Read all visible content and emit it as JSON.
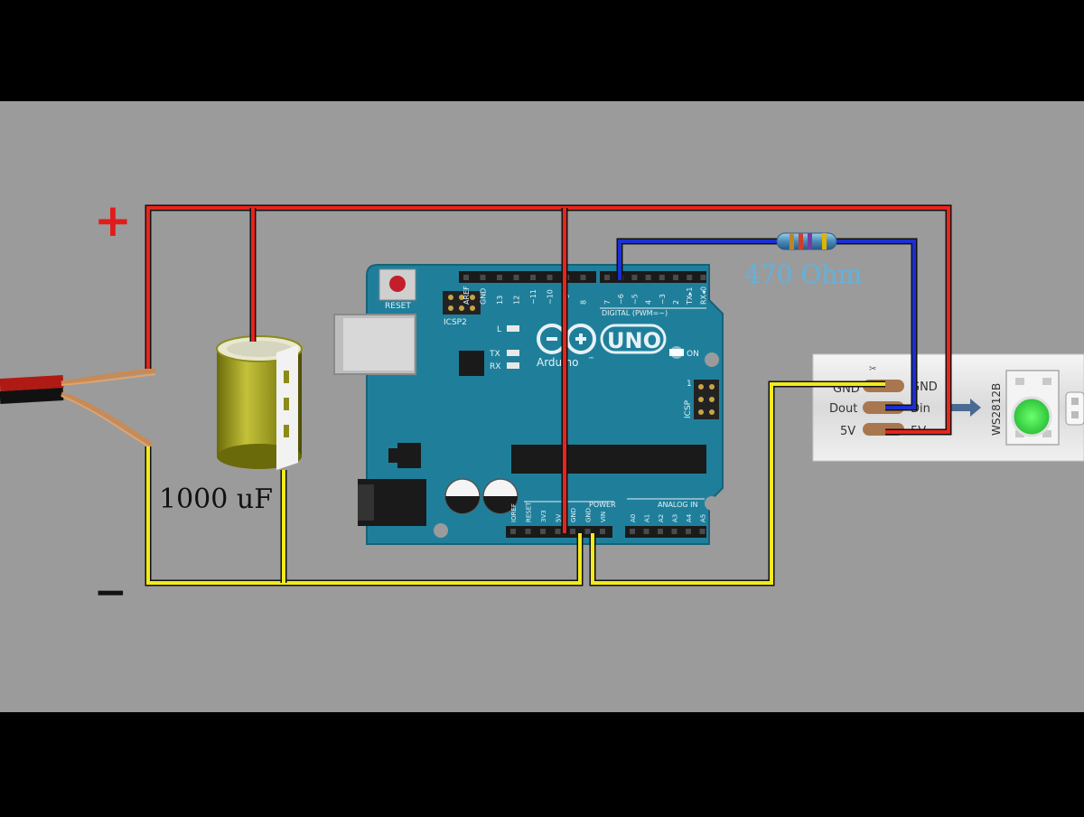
{
  "diagram": {
    "plus_symbol": "+",
    "minus_symbol": "−",
    "capacitor_label": "1000 uF",
    "resistor_label": "470 Ohm",
    "arduino": {
      "logo_text": "Arduino",
      "tm": "™",
      "model": "UNO",
      "reset_label": "RESET",
      "icsp2_label": "ICSP2",
      "icsp_label": "ICSP",
      "icsp_pin": "1",
      "led_l": "L",
      "led_tx": "TX",
      "led_rx": "RX",
      "on_label": "ON",
      "digital_label": "DIGITAL (PWM=~)",
      "power_label": "POWER",
      "analog_label": "ANALOG IN",
      "digital_pins_left": [
        "AREF",
        "GND",
        "13",
        "12",
        "~11",
        "~10",
        "~9",
        "8"
      ],
      "digital_pins_right": [
        "7",
        "~6",
        "~5",
        "4",
        "~3",
        "2",
        "TX▸1",
        "RX◂0"
      ],
      "power_pins": [
        "IOREF",
        "RESET",
        "3V3",
        "5V",
        "GND",
        "GND",
        "VIN"
      ],
      "analog_pins": [
        "A0",
        "A1",
        "A2",
        "A3",
        "A4",
        "A5"
      ]
    },
    "strip": {
      "pad_gnd": "GND",
      "pad_dout": "Dout",
      "pad_din": "Din",
      "pad_5v": "5V",
      "chip_label": "WS2812B"
    },
    "colors": {
      "background": "#9b9b9b",
      "positive_wire": "#e8241c",
      "negative_wire": "#f2ea1c",
      "data_wire": "#1c2fd0",
      "board": "#1f7f9b",
      "resistor_label": "#5fb3e0",
      "plus_symbol": "#e21b1b",
      "led_green": "#3fe04a"
    }
  }
}
